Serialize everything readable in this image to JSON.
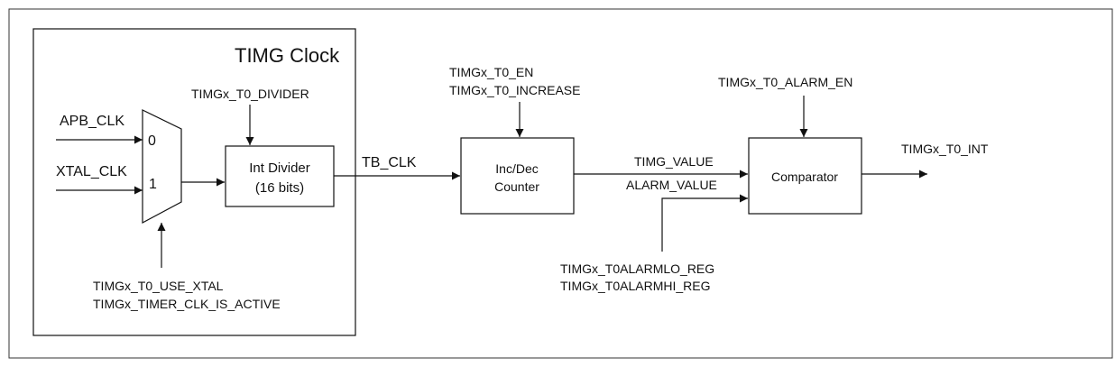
{
  "diagram": {
    "group_title": "TIMG Clock",
    "inputs": {
      "apb_clk": "APB_CLK",
      "xtal_clk": "XTAL_CLK"
    },
    "mux": {
      "input_0": "0",
      "input_1": "1",
      "select_line1": "TIMGx_T0_USE_XTAL",
      "select_line2": "TIMGx_TIMER_CLK_IS_ACTIVE"
    },
    "divider": {
      "control": "TIMGx_T0_DIVIDER",
      "label_line1": "Int Divider",
      "label_line2": "(16 bits)"
    },
    "tb_clk": "TB_CLK",
    "counter": {
      "control_line1": "TIMGx_T0_EN",
      "control_line2": "TIMGx_T0_INCREASE",
      "label_line1": "Inc/Dec",
      "label_line2": "Counter"
    },
    "signals": {
      "timg_value": "TIMG_VALUE",
      "alarm_value": "ALARM_VALUE"
    },
    "alarm_regs": {
      "line1": "TIMGx_T0ALARMLO_REG",
      "line2": "TIMGx_T0ALARMHI_REG"
    },
    "comparator": {
      "control": "TIMGx_T0_ALARM_EN",
      "label": "Comparator"
    },
    "output": "TIMGx_T0_INT"
  }
}
